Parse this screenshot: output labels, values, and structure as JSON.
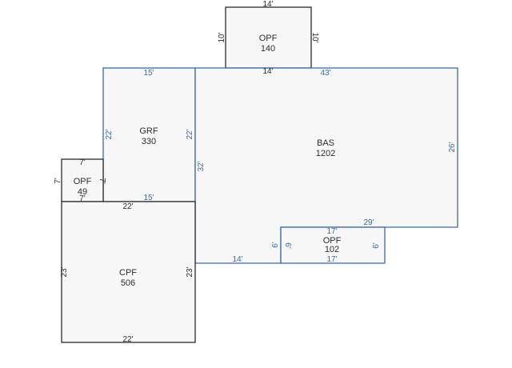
{
  "colors": {
    "black_outline": "#2b2b2b",
    "blue_outline": "#3a6aa5",
    "fill": "#f7f7f7",
    "dim_text_dark": "#2b2b2b",
    "dim_text_blue": "#3a6aa5"
  },
  "areas": {
    "opf_top": {
      "code": "OPF",
      "sqft": "140"
    },
    "grf": {
      "code": "GRF",
      "sqft": "330"
    },
    "bas": {
      "code": "BAS",
      "sqft": "1202"
    },
    "opf_left": {
      "code": "OPF",
      "sqft": "49"
    },
    "cpf": {
      "code": "CPF",
      "sqft": "506"
    },
    "opf_bottom": {
      "code": "OPF",
      "sqft": "102"
    }
  },
  "dimensions": {
    "opf_top_top": "14'",
    "opf_top_left": "10'",
    "opf_top_right": "10'",
    "opf_top_bottom": "14'",
    "grf_top": "15'",
    "grf_left": "22'",
    "grf_right": "22'",
    "grf_bottom": "15'",
    "bas_top": "43'",
    "bas_right": "26'",
    "bas_left": "32'",
    "bas_notch": "29'",
    "bas_notch_side": "6'",
    "bas_bottom": "14'",
    "opf_left_top": "7'",
    "opf_left_left": "7'",
    "opf_left_right": "7'",
    "opf_left_bottom": "7'",
    "cpf_top": "22'",
    "cpf_left": "23'",
    "cpf_right": "23'",
    "cpf_bottom": "22'",
    "opf_bottom_top": "17'",
    "opf_bottom_left": "6'",
    "opf_bottom_right": "6'",
    "opf_bottom_bottom": "17'"
  }
}
